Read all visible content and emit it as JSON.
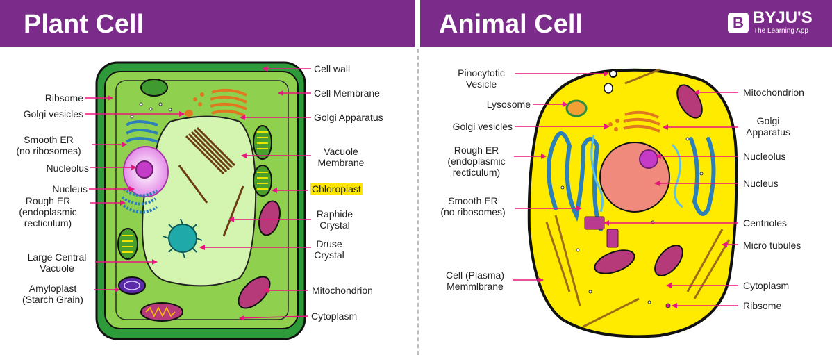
{
  "headers": {
    "plant": "Plant Cell",
    "animal": "Animal Cell"
  },
  "logo": {
    "mark": "B",
    "name": "BYJU'S",
    "tagline": "The Learning App"
  },
  "colors": {
    "header": "#7b2b89",
    "arrow": "#e8177d",
    "plant_wall": "#2e9b3b",
    "plant_cytoplasm": "#8fd14f",
    "vacuole": "#d3f5b0",
    "animal_cytoplasm": "#ffeb00",
    "nucleus": "#ef8a7c",
    "highlight": "#ffe600"
  },
  "plant_labels": {
    "ribosome": "Ribsome",
    "golgi_vesicles": "Golgi vesicles",
    "smooth_er": "Smooth ER\n(no ribosomes)",
    "nucleolus": "Nucleolus",
    "nucleus": "Nucleus",
    "rough_er": "Rough ER\n(endoplasmic\nrecticulum)",
    "large_vacuole": "Large Central\nVacuole",
    "amyloplast": "Amyloplast\n(Starch Grain)",
    "cell_wall": "Cell wall",
    "cell_membrane": "Cell Membrane",
    "golgi_apparatus": "Golgi Apparatus",
    "vacuole_membrane": "Vacuole\nMembrane",
    "chloroplast": "Chloroplast",
    "raphide": "Raphide\nCrystal",
    "druse": "Druse\nCrystal",
    "mitochondrion": "Mitochondrion",
    "cytoplasm": "Cytoplasm"
  },
  "animal_labels": {
    "pinocytotic": "Pinocytotic\nVesicle",
    "lysosome": "Lysosome",
    "golgi_vesicles": "Golgi vesicles",
    "rough_er": "Rough ER\n(endoplasmic\nrecticulum)",
    "smooth_er": "Smooth ER\n(no ribosomes)",
    "cell_membrane": "Cell (Plasma)\nMemmlbrane",
    "mitochondrion": "Mitochondrion",
    "golgi_apparatus": "Golgi\nApparatus",
    "nucleolus": "Nucleolus",
    "nucleus": "Nucleus",
    "centrioles": "Centrioles",
    "micro_tubules": "Micro tubules",
    "cytoplasm": "Cytoplasm",
    "ribosome": "Ribsome"
  }
}
